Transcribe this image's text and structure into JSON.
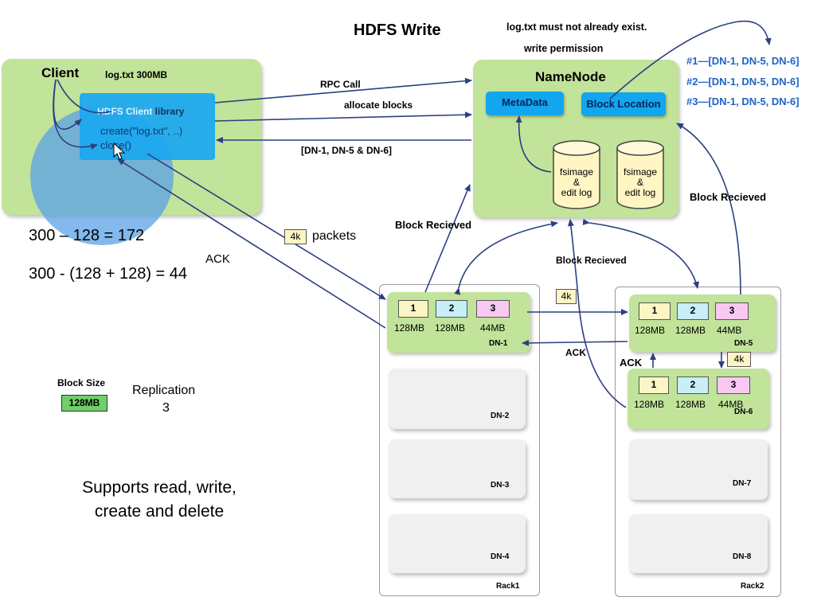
{
  "title": "HDFS Write",
  "notes": {
    "must_not_exist": "log.txt must not already exist.",
    "write_permission": "write permission"
  },
  "block_list": [
    "#1—[DN-1, DN-5, DN-6]",
    "#2—[DN-1, DN-5, DN-6]",
    "#3—[DN-1, DN-5, DN-6]"
  ],
  "client": {
    "title": "Client",
    "file": "log.txt 300MB",
    "library": {
      "name": "HDFS Client",
      "suffix": " library",
      "line1": "create(\"log.txt\", ..)",
      "line2": "close()"
    }
  },
  "namenode": {
    "title": "NameNode",
    "metadata": "MetaData",
    "block_location": "Block Location",
    "store1": [
      "fsimage",
      "&",
      "edit log"
    ],
    "store2": [
      "fsimage",
      "&",
      "edit log"
    ]
  },
  "arrows": {
    "rpc_call": "RPC Call",
    "allocate_blocks": "allocate blocks",
    "response": "[DN-1, DN-5 & DN-6]",
    "block_received_1": "Block Recieved",
    "block_received_2": "Block Recieved",
    "block_received_3": "Block Recieved",
    "ack_1": "ACK",
    "ack_2": "ACK",
    "ack_3": "ACK"
  },
  "calc": {
    "line1": "300 – 128 = 172",
    "line2": "300  - (128 + 128) = 44"
  },
  "packets": {
    "size": "4k",
    "label": "packets"
  },
  "packet_tags": [
    "4k",
    "4k"
  ],
  "block_size": {
    "label": "Block Size",
    "value": "128MB"
  },
  "replication": {
    "label": "Replication",
    "value": "3"
  },
  "supports": [
    "Supports read, write,",
    "create and delete"
  ],
  "racks": [
    {
      "name": "Rack1",
      "nodes": [
        {
          "name": "DN-1",
          "blocks": [
            {
              "id": "1",
              "size": "128MB"
            },
            {
              "id": "2",
              "size": "128MB"
            },
            {
              "id": "3",
              "size": "44MB"
            }
          ]
        },
        {
          "name": "DN-2"
        },
        {
          "name": "DN-3"
        },
        {
          "name": "DN-4"
        }
      ]
    },
    {
      "name": "Rack2",
      "nodes": [
        {
          "name": "DN-5",
          "blocks": [
            {
              "id": "1",
              "size": "128MB"
            },
            {
              "id": "2",
              "size": "128MB"
            },
            {
              "id": "3",
              "size": "44MB"
            }
          ]
        },
        {
          "name": "DN-6",
          "blocks": [
            {
              "id": "1",
              "size": "128MB"
            },
            {
              "id": "2",
              "size": "128MB"
            },
            {
              "id": "3",
              "size": "44MB"
            }
          ]
        },
        {
          "name": "DN-7"
        },
        {
          "name": "DN-8"
        }
      ]
    }
  ]
}
